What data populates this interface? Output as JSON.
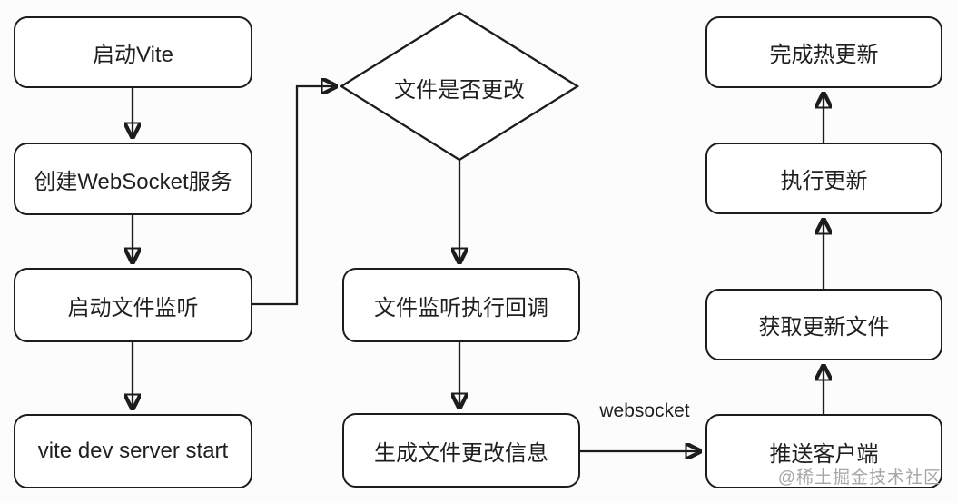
{
  "diagram": {
    "type": "flowchart",
    "topic": "Vite HMR hot update flow",
    "nodes": [
      {
        "id": "start-vite",
        "label": "启动Vite",
        "shape": "rounded-rect"
      },
      {
        "id": "create-websocket",
        "label": "创建WebSocket服务",
        "shape": "rounded-rect"
      },
      {
        "id": "start-file-watch",
        "label": "启动文件监听",
        "shape": "rounded-rect"
      },
      {
        "id": "dev-server-start",
        "label": "vite dev server start",
        "shape": "rounded-rect"
      },
      {
        "id": "file-changed",
        "label": "文件是否更改",
        "shape": "diamond"
      },
      {
        "id": "watch-callback",
        "label": "文件监听执行回调",
        "shape": "rounded-rect"
      },
      {
        "id": "generate-change-info",
        "label": "生成文件更改信息",
        "shape": "rounded-rect"
      },
      {
        "id": "push-client",
        "label": "推送客户端",
        "shape": "rounded-rect"
      },
      {
        "id": "get-update-files",
        "label": "获取更新文件",
        "shape": "rounded-rect"
      },
      {
        "id": "execute-update",
        "label": "执行更新",
        "shape": "rounded-rect"
      },
      {
        "id": "complete-hot-update",
        "label": "完成热更新",
        "shape": "rounded-rect"
      }
    ],
    "edges": [
      {
        "from": "start-vite",
        "to": "create-websocket",
        "label": ""
      },
      {
        "from": "create-websocket",
        "to": "start-file-watch",
        "label": ""
      },
      {
        "from": "start-file-watch",
        "to": "dev-server-start",
        "label": ""
      },
      {
        "from": "start-file-watch",
        "to": "file-changed",
        "label": ""
      },
      {
        "from": "file-changed",
        "to": "watch-callback",
        "label": ""
      },
      {
        "from": "watch-callback",
        "to": "generate-change-info",
        "label": ""
      },
      {
        "from": "generate-change-info",
        "to": "push-client",
        "label": "websocket"
      },
      {
        "from": "push-client",
        "to": "get-update-files",
        "label": ""
      },
      {
        "from": "get-update-files",
        "to": "execute-update",
        "label": ""
      },
      {
        "from": "execute-update",
        "to": "complete-hot-update",
        "label": ""
      }
    ],
    "watermark": "@稀土掘金技术社区",
    "colors": {
      "background": "#fcfcfc",
      "node_fill": "#ffffff",
      "node_border": "#1c1c1c",
      "line": "#1c1c1c",
      "text": "#1f1f1f",
      "watermark": "#a6a6a6"
    }
  }
}
